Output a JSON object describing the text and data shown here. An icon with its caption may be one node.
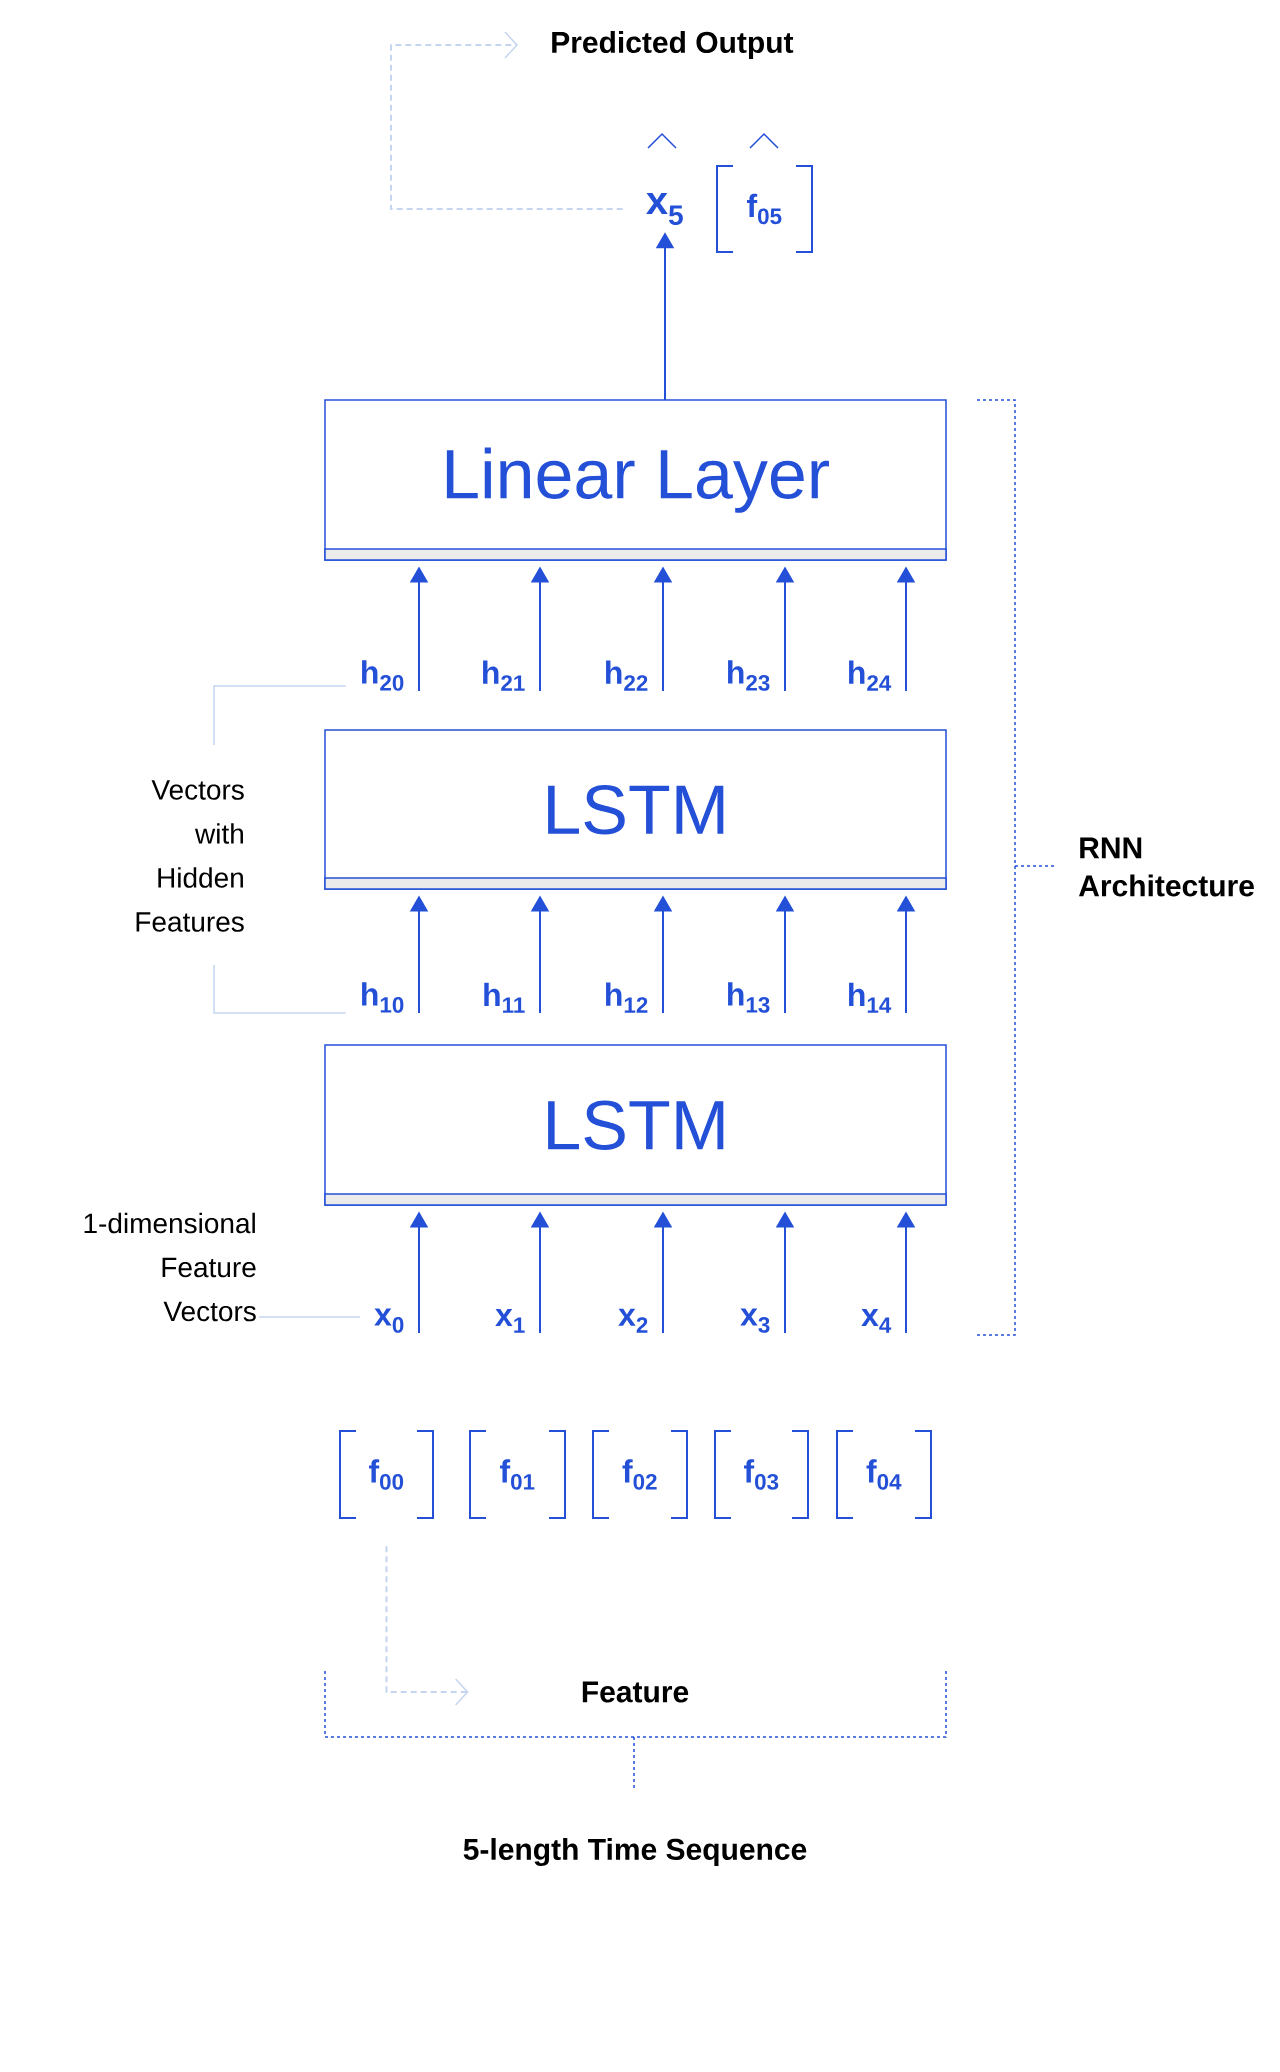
{
  "diagram": {
    "nodes": [
      {
        "text": [
          "Predicted Output"
        ]
      },
      {
        "text": [
          "x$_{5}$"
        ]
      },
      {
        "text": [
          "f$_{05}$"
        ]
      },
      {
        "text": [
          "Linear Layer"
        ]
      },
      {
        "text": [
          "h$_{20}$"
        ]
      },
      {
        "text": [
          "h$_{21}$"
        ]
      },
      {
        "text": [
          "h$_{22}$"
        ]
      },
      {
        "text": [
          "h$_{23}$"
        ]
      },
      {
        "text": [
          "h$_{24}$"
        ]
      },
      {
        "text": [
          "LSTM"
        ]
      },
      {
        "text": [
          "h$_{10}$"
        ]
      },
      {
        "text": [
          "h$_{11}$"
        ]
      },
      {
        "text": [
          "h$_{12}$"
        ]
      },
      {
        "text": [
          "h$_{13}$"
        ]
      },
      {
        "text": [
          "h$_{14}$"
        ]
      },
      {
        "text": [
          "LSTM"
        ]
      },
      {
        "text": [
          "x$_{0}$"
        ]
      },
      {
        "text": [
          "x$_{1}$"
        ]
      },
      {
        "text": [
          "x$_{2}$"
        ]
      },
      {
        "text": [
          "x$_{3}$"
        ]
      },
      {
        "text": [
          "x$_{4}$"
        ]
      },
      {
        "text": [
          "f$_{00}$"
        ]
      },
      {
        "text": [
          "f$_{01}$"
        ]
      },
      {
        "text": [
          "f$_{02}$"
        ]
      },
      {
        "text": [
          "f$_{03}$"
        ]
      },
      {
        "text": [
          "f$_{04}$"
        ]
      },
      {
        "text": [
          "Feature"
        ]
      },
      {
        "text": [
          "Vectors with Hidden Features"
        ]
      },
      {
        "text": [
          "1-dimensional Feature Vectors"
        ]
      }
    ],
    "edges": [
      {
        "from": 3,
        "to": 1,
        "arrow": "to"
      },
      {
        "from": 4,
        "to": 3,
        "arrow": "to"
      },
      {
        "from": 5,
        "to": 3,
        "arrow": "to"
      },
      {
        "from": 6,
        "to": 3,
        "arrow": "to"
      },
      {
        "from": 7,
        "to": 3,
        "arrow": "to"
      },
      {
        "from": 8,
        "to": 3,
        "arrow": "to"
      },
      {
        "from": 10,
        "to": 9,
        "arrow": "to"
      },
      {
        "from": 11,
        "to": 9,
        "arrow": "to"
      },
      {
        "from": 12,
        "to": 9,
        "arrow": "to"
      },
      {
        "from": 13,
        "to": 9,
        "arrow": "to"
      },
      {
        "from": 14,
        "to": 9,
        "arrow": "to"
      },
      {
        "from": 16,
        "to": 15,
        "arrow": "to"
      },
      {
        "from": 17,
        "to": 15,
        "arrow": "to"
      },
      {
        "from": 18,
        "to": 15,
        "arrow": "to"
      },
      {
        "from": 19,
        "to": 15,
        "arrow": "to"
      },
      {
        "from": 20,
        "to": 15,
        "arrow": "to"
      },
      {
        "from": 1,
        "to": 0,
        "arrow": "to",
        "style": "dashed",
        "color": "#c5d5f0"
      },
      {
        "from": 21,
        "to": 26,
        "arrow": "to",
        "style": "dashed",
        "color": "#c5d5f0"
      },
      {
        "from": 27,
        "to": 4,
        "arrow": "none",
        "color": "#c5d5f0"
      },
      {
        "from": 27,
        "to": 10,
        "arrow": "none",
        "color": "#c5d5f0"
      },
      {
        "from": 28,
        "to": 16,
        "arrow": "none",
        "color": "#c5d5f0"
      }
    ],
    "labels": [
      "RNN Architecture",
      "5-length Time Sequence"
    ]
  }
}
